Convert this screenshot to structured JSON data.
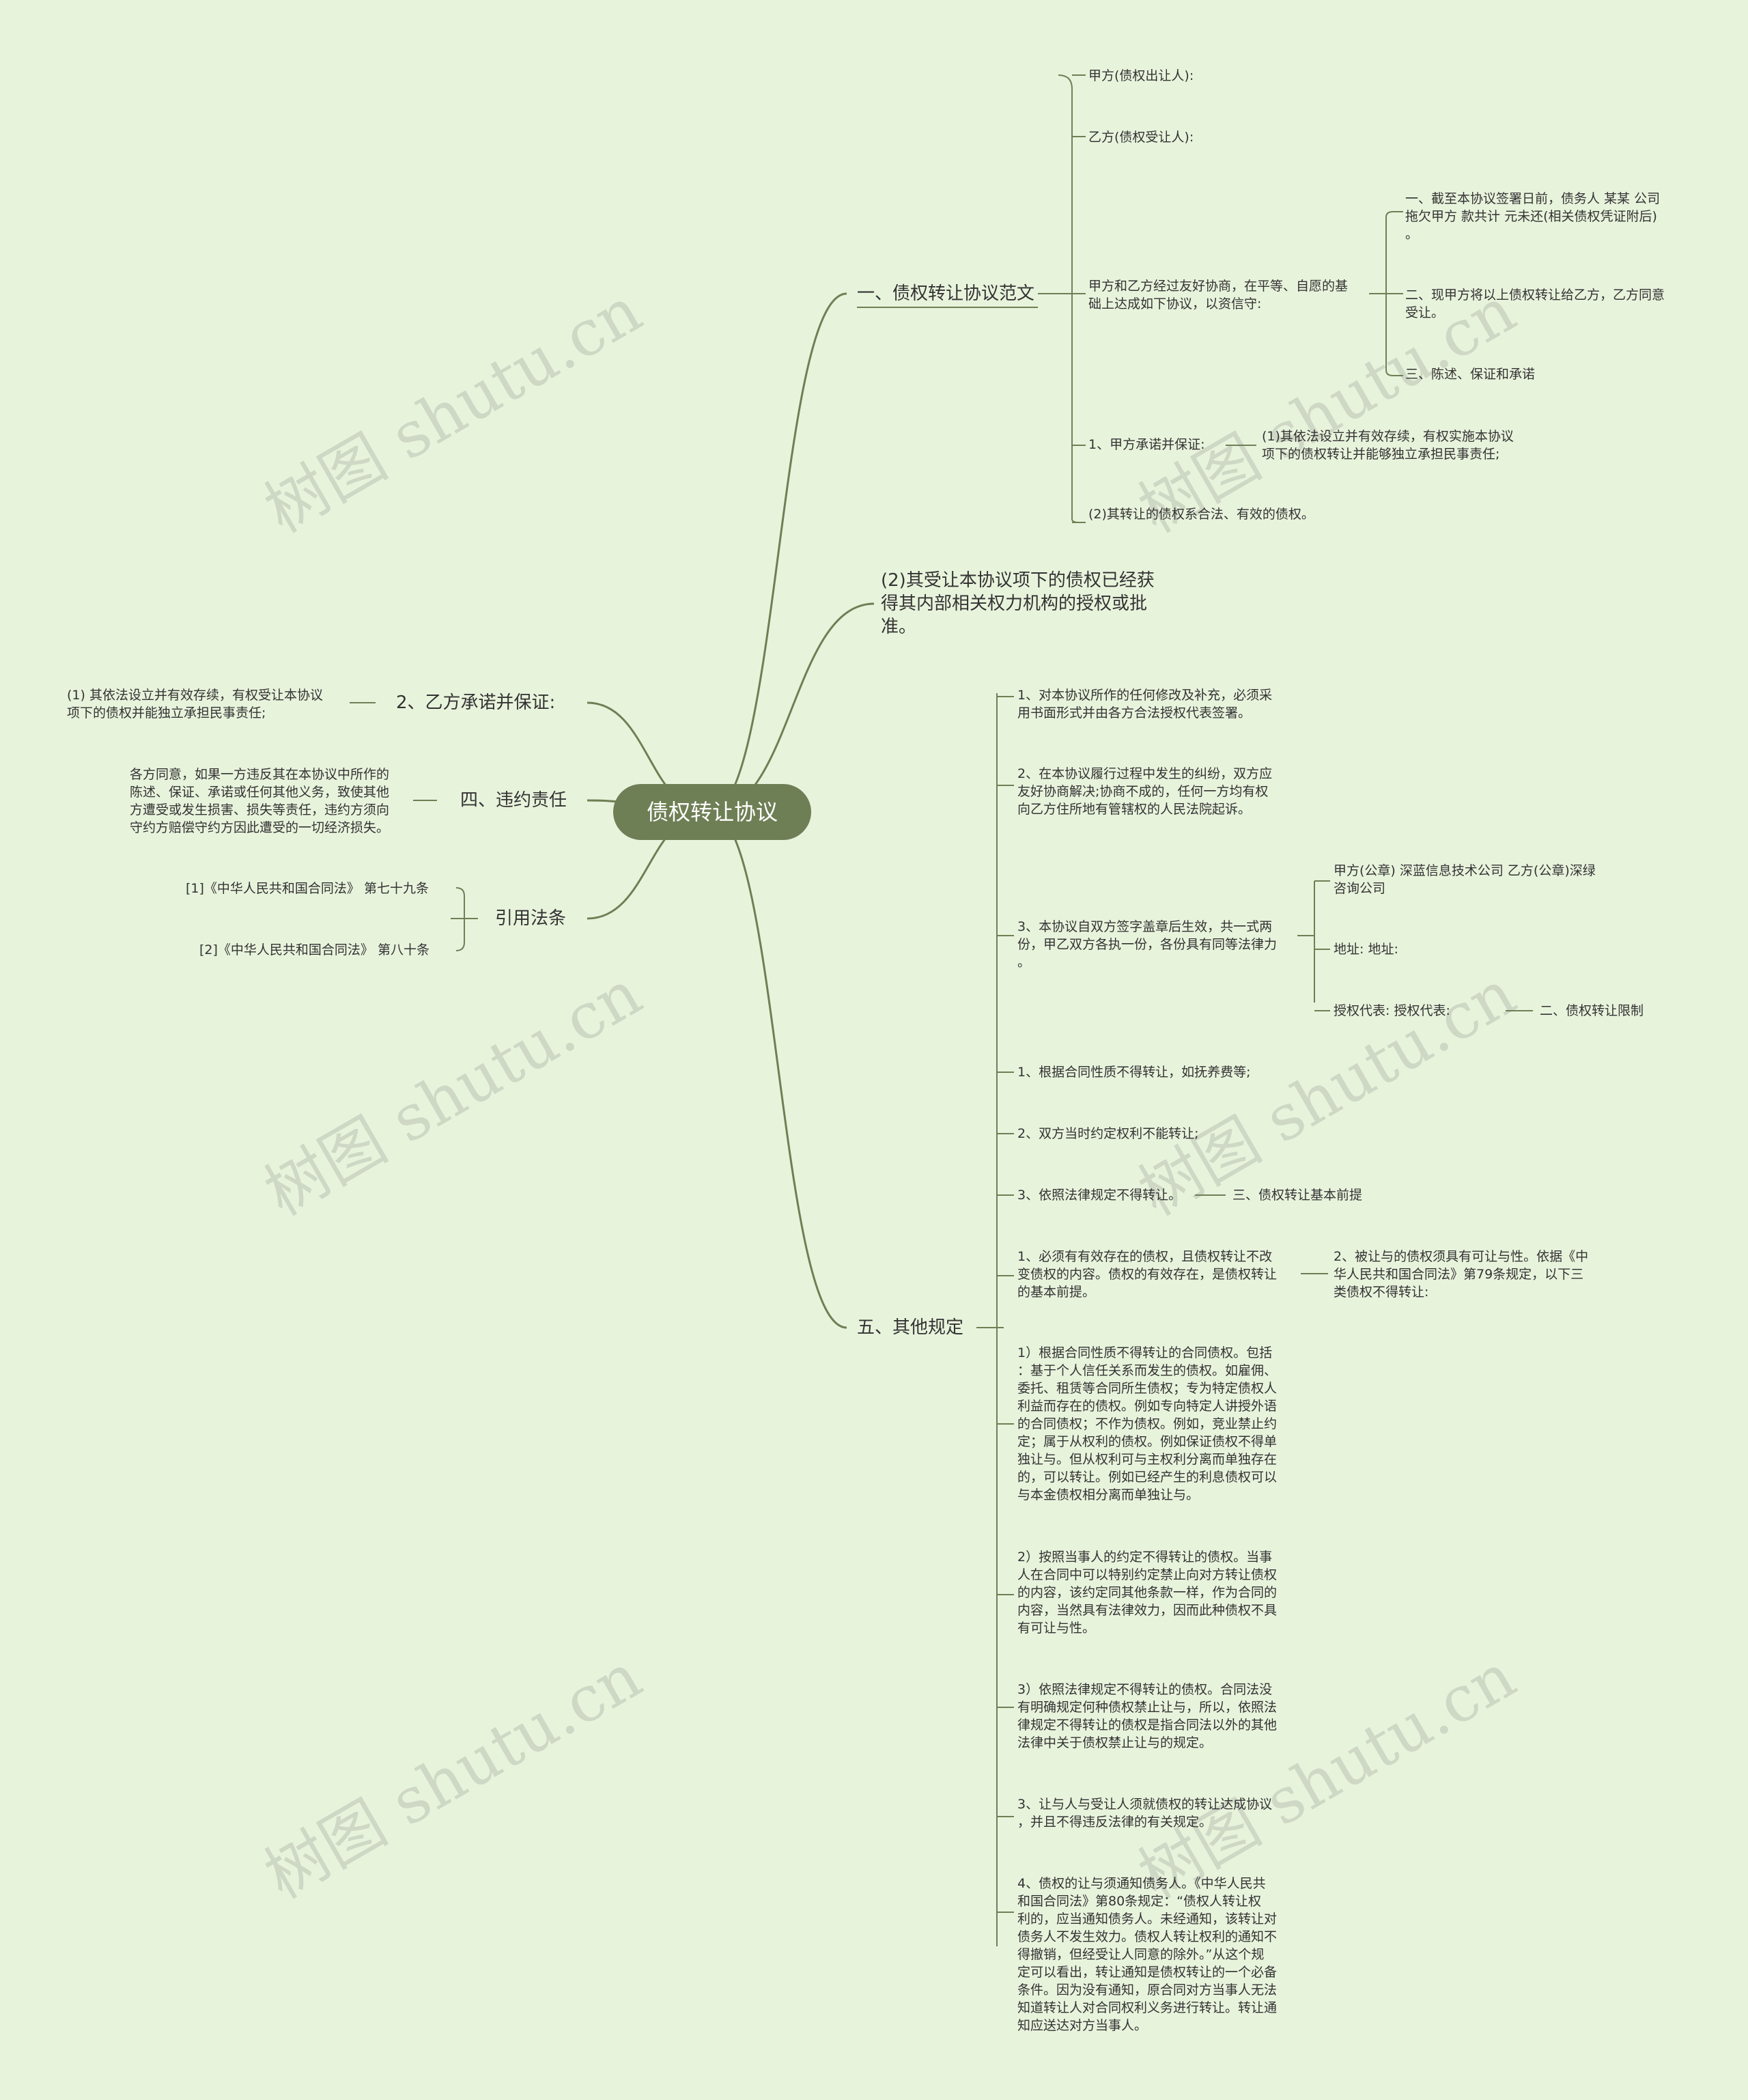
{
  "root": "债权转让协议",
  "watermark": "树图 shutu.cn",
  "colors": {
    "background": "#e8f3dc",
    "root_fill": "#6f7f55",
    "line": "#6f7f55"
  },
  "right": {
    "b1": {
      "label": "一、债权转让协议范文",
      "party_a": "甲方(债权出让人):",
      "party_b": "乙方(债权受让人):",
      "negotiation": "甲方和乙方经过友好协商，在平等、自愿的基\n础上达成如下协议，以资信守:",
      "terms": [
        "一、截至本协议签署日前，债务人 某某 公司\n拖欠甲方 款共计 元未还(相关债权凭证附后)\n。",
        "二、现甲方将以上债权转让给乙方，乙方同意\n受让。",
        "三、陈述、保证和承诺"
      ],
      "promise_label": "1、甲方承诺并保证:",
      "promise_1": "(1)其依法设立并有效存续，有权实施本协议\n项下的债权转让并能够独立承担民事责任;",
      "promise_2": "(2)其转让的债权系合法、有效的债权。"
    },
    "b2": {
      "label": "(2)其受让本协议项下的债权已经获\n得其内部相关权力机构的授权或批\n准。"
    },
    "b5": {
      "label": "五、其他规定",
      "items": {
        "modify": "1、对本协议所作的任何修改及补充，必须采\n用书面形式并由各方合法授权代表签署。",
        "dispute": "2、在本协议履行过程中发生的纠纷，双方应\n友好协商解决;协商不成的，任何一方均有权\n向乙方住所地有管辖权的人民法院起诉。",
        "effect": "3、本协议自双方签字盖章后生效，共一式两\n份，甲乙双方各执一份，各份具有同等法律力\n。",
        "sign": "甲方(公章) 深蓝信息技术公司 乙方(公章)深绿\n咨询公司",
        "address": "地址:    地址:",
        "rep": "授权代表:         授权代表:",
        "limit": "二、债权转让限制",
        "nature": "1、根据合同性质不得转让，如抚养费等;",
        "agreed": "2、双方当时约定权利不能转让;",
        "law": "3、依照法律规定不得转让。",
        "premise": "三、债权转让基本前提",
        "valid": "1、必须有有效存在的债权，且债权转让不改\n变债权的内容。债权的有效存在，是债权转让\n的基本前提。",
        "transferable": "2、被让与的债权须具有可让与性。依据《中\n华人民共和国合同法》第79条规定，以下三\n类债权不得转让:",
        "p1": "1）根据合同性质不得转让的合同债权。包括\n：基于个人信任关系而发生的债权。如雇佣、\n委托、租赁等合同所生债权；专为特定债权人\n利益而存在的债权。例如专向特定人讲授外语\n的合同债权；不作为债权。例如，竞业禁止约\n定；属于从权利的债权。例如保证债权不得单\n独让与。但从权利可与主权利分离而单独存在\n的，可以转让。例如已经产生的利息债权可以\n与本金债权相分离而单独让与。",
        "p2": "2）按照当事人的约定不得转让的债权。当事\n人在合同中可以特别约定禁止向对方转让债权\n的内容，该约定同其他条款一样，作为合同的\n内容，当然具有法律效力，因而此种债权不具\n有可让与性。",
        "p3": "3）依照法律规定不得转让的债权。合同法没\n有明确规定何种债权禁止让与，所以，依照法\n律规定不得转让的债权是指合同法以外的其他\n法律中关于债权禁止让与的规定。",
        "agree": "3、让与人与受让人须就债权的转让达成协议\n，并且不得违反法律的有关规定。",
        "notify": "4、债权的让与须通知债务人。《中华人民共\n和国合同法》第80条规定：“债权人转让权\n利的，应当通知债务人。未经通知，该转让对\n债务人不发生效力。债权人转让权利的通知不\n得撤销，但经受让人同意的除外。”从这个规\n定可以看出，转让通知是债权转让的一个必备\n条件。因为没有通知，原合同对方当事人无法\n知道转让人对合同权利义务进行转让。转让通\n知应送达对方当事人。"
      }
    }
  },
  "left": {
    "b_promise": {
      "label": "2、乙方承诺并保证:",
      "detail": "(1) 其依法设立并有效存续，有权受让本协议\n项下的债权并能独立承担民事责任;"
    },
    "b_breach": {
      "label": "四、违约责任",
      "detail": "各方同意，如果一方违反其在本协议中所作的\n陈述、保证、承诺或任何其他义务，致使其他\n方遭受或发生损害、损失等责任，违约方须向\n守约方赔偿守约方因此遭受的一切经济损失。"
    },
    "b_law": {
      "label": "引用法条",
      "items": [
        "[1]《中华人民共和国合同法》 第七十九条",
        "[2]《中华人民共和国合同法》 第八十条"
      ]
    }
  }
}
